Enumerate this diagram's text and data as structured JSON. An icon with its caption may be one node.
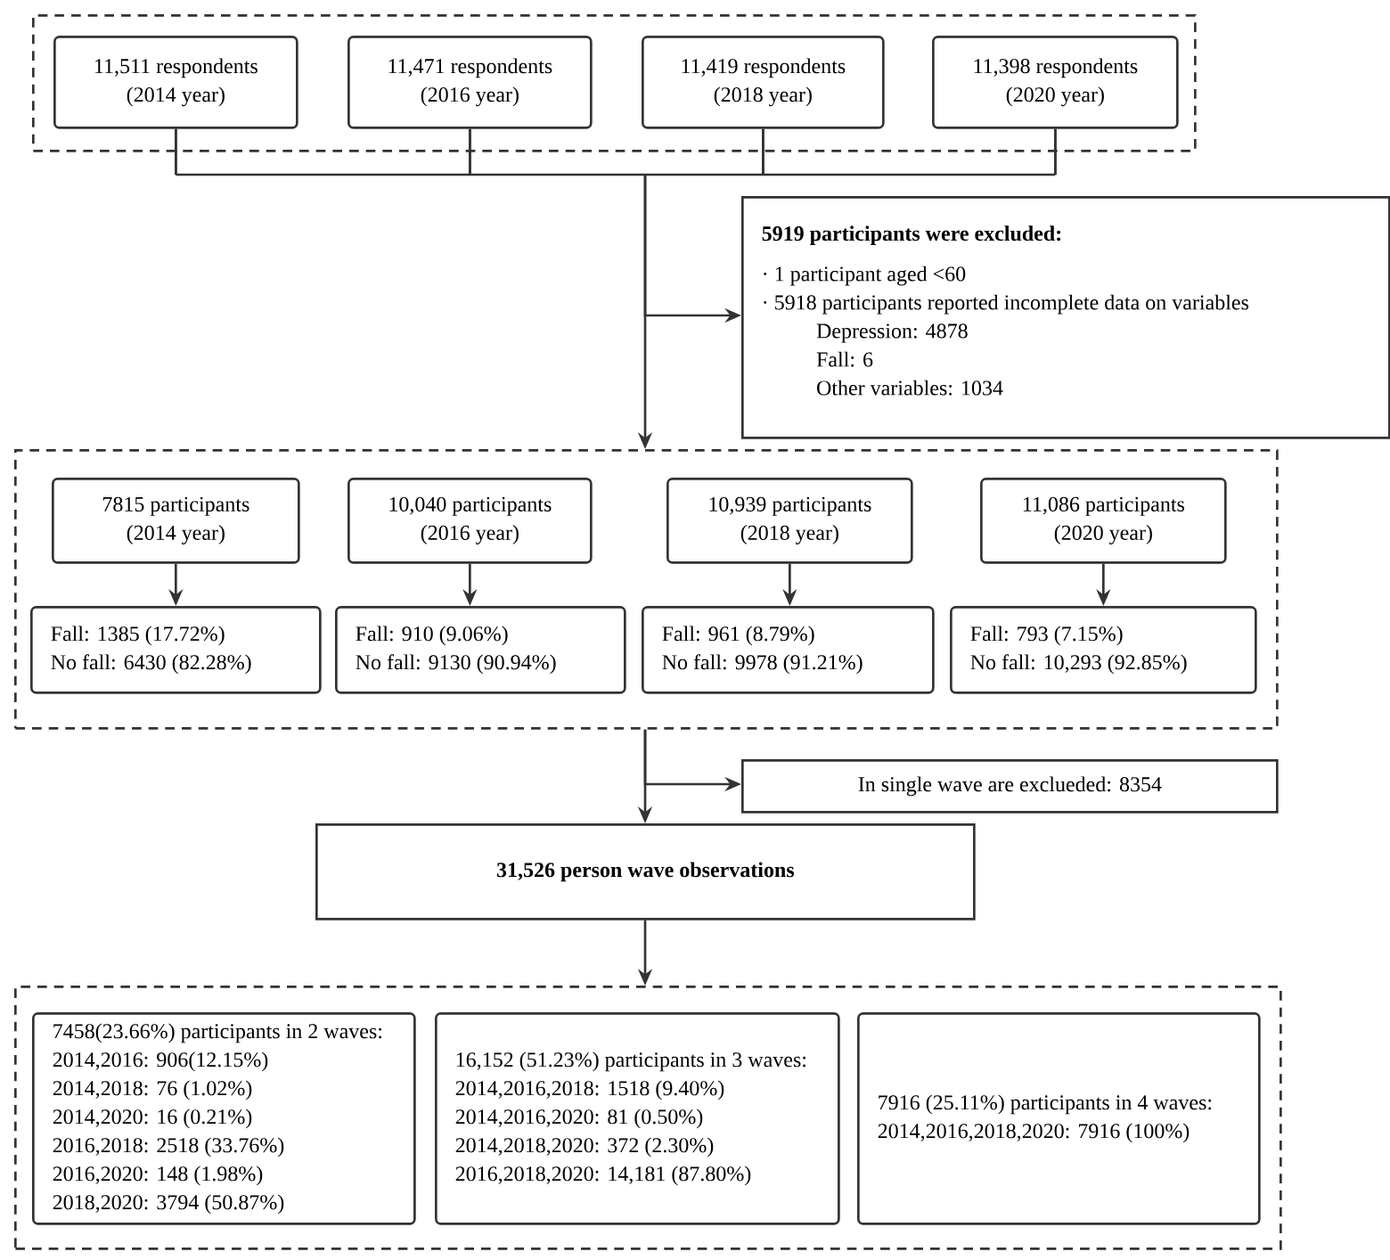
{
  "diagram": {
    "nodes": [
      {
        "text": [],
        "shape": "box"
      },
      {
        "text": [
          "11,511 respondents",
          "(2014 year)"
        ],
        "in": 0
      },
      {
        "text": [
          "11,471 respondents",
          "(2016 year)"
        ],
        "in": 0
      },
      {
        "text": [
          "11,419 respondents",
          "(2018 year)"
        ],
        "in": 0
      },
      {
        "text": [
          "11,398 respondents",
          "(2020 year)"
        ],
        "in": 0
      },
      {
        "text": [
          "5919 participants were excluded:",
          "· 1 participant aged <60",
          "· 5918 participants reported incomplete data on variables",
          "Depression: 4878",
          "Fall: 6",
          "Other variables:  1034"
        ]
      },
      {
        "text": [],
        "shape": "box"
      },
      {
        "text": [
          "7815 participants",
          "(2014 year)"
        ],
        "in": 6
      },
      {
        "text": [
          "10,040 participants",
          "(2016 year)"
        ],
        "in": 6
      },
      {
        "text": [
          "10,939 participants",
          "(2018 year)"
        ],
        "in": 6
      },
      {
        "text": [
          "11,086 participants",
          "(2020 year)"
        ],
        "in": 6
      },
      {
        "text": [
          "Fall: 1385 (17.72%)",
          "No fall: 6430 (82.28%)"
        ],
        "in": 6
      },
      {
        "text": [
          "Fall: 910 (9.06%)",
          "No fall: 9130 (90.94%)"
        ],
        "in": 6
      },
      {
        "text": [
          "Fall: 961 (8.79%)",
          "No fall: 9978 (91.21%)"
        ],
        "in": 6
      },
      {
        "text": [
          "Fall: 793 (7.15%)",
          "No fall: 10,293 (92.85%)"
        ],
        "in": 6
      },
      {
        "text": [
          "In single wave are exclueded:  8354"
        ]
      },
      {
        "text": [
          "31,526 person wave observations"
        ]
      },
      {
        "text": [],
        "shape": "box"
      },
      {
        "text": [
          "7458(23.66%) participants in 2 waves:",
          "2014,2016: 906(12.15%)",
          "2014,2018: 76 (1.02%)",
          "2014,2020: 16 (0.21%)",
          "2016,2018: 2518 (33.76%)",
          "2016,2020: 148 (1.98%)",
          "2018,2020:  3794 (50.87%)"
        ],
        "in": 17
      },
      {
        "text": [
          "16,152 (51.23%) participants in 3 waves:",
          "2014,2016,2018: 1518 (9.40%)",
          "2014,2016,2020: 81 (0.50%)",
          "2014,2018,2020: 372 (2.30%)",
          "2016,2018,2020: 14,181 (87.80%)"
        ],
        "in": 17
      },
      {
        "text": [
          "7916 (25.11%) participants in 4 waves:",
          "2014,2016,2018,2020:  7916 (100%)"
        ],
        "in": 17
      }
    ],
    "edges": [
      {
        "from": 1,
        "to": 6,
        "arrow": "to"
      },
      {
        "from": 2,
        "to": 6,
        "arrow": "to"
      },
      {
        "from": 3,
        "to": 6,
        "arrow": "to"
      },
      {
        "from": 4,
        "to": 6,
        "arrow": "to"
      },
      {
        "from": 1,
        "to": 5,
        "arrow": "to"
      },
      {
        "from": 2,
        "to": 5,
        "arrow": "to"
      },
      {
        "from": 3,
        "to": 5,
        "arrow": "to"
      },
      {
        "from": 4,
        "to": 5,
        "arrow": "to"
      },
      {
        "from": 7,
        "to": 11,
        "arrow": "to"
      },
      {
        "from": 8,
        "to": 12,
        "arrow": "to"
      },
      {
        "from": 9,
        "to": 13,
        "arrow": "to"
      },
      {
        "from": 10,
        "to": 14,
        "arrow": "to"
      },
      {
        "from": 6,
        "to": 16,
        "arrow": "to"
      },
      {
        "from": 6,
        "to": 15,
        "arrow": "to"
      },
      {
        "from": 16,
        "to": 17,
        "arrow": "to"
      }
    ]
  }
}
